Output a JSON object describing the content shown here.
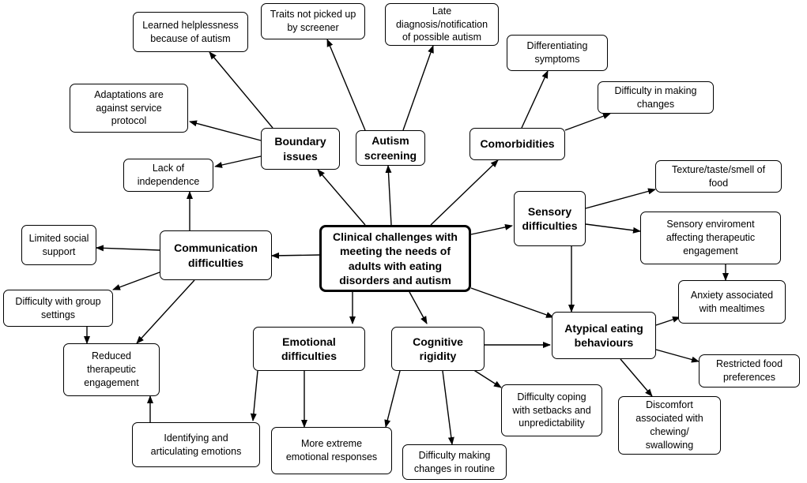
{
  "nodes": {
    "center": "Clinical challenges with\nmeeting the needs of\nadults with eating\ndisorders and autism",
    "boundary": "Boundary\nissues",
    "autism_screening": "Autism\nscreening",
    "comorbidities": "Comorbidities",
    "sensory": "Sensory\ndifficulties",
    "communication": "Communication\ndifficulties",
    "emotional": "Emotional\ndifficulties",
    "cognitive": "Cognitive\nrigidity",
    "atypical": "Atypical eating\nbehaviours",
    "learned_helplessness": "Learned helplessness\nbecause of autism",
    "adaptations": "Adaptations are\nagainst service\nprotocol",
    "lack_independence": "Lack of\nindependence",
    "traits_not_picked": "Traits not picked up\nby screener",
    "late_diagnosis": "Late\ndiagnosis/notification\nof possible autism",
    "differentiating": "Differentiating\nsymptoms",
    "difficulty_changes": "Difficulty in making\nchanges",
    "texture": "Texture/taste/smell of\nfood",
    "sensory_env": "Sensory enviroment\naffecting therapeutic\nengagement",
    "anxiety": "Anxiety associated\nwith mealtimes",
    "restricted": "Restricted food\npreferences",
    "discomfort": "Discomfort\nassociated with\nchewing/\nswallowing",
    "limited_social": "Limited social\nsupport",
    "group_settings": "Difficulty with group\nsettings",
    "reduced_engagement": "Reduced\ntherapeutic\nengagement",
    "identifying": "Identifying and\narticulating emotions",
    "extreme": "More extreme\nemotional responses",
    "routine": "Difficulty making\nchanges in routine",
    "setbacks": "Difficulty coping\nwith setbacks and\nunpredictability"
  }
}
